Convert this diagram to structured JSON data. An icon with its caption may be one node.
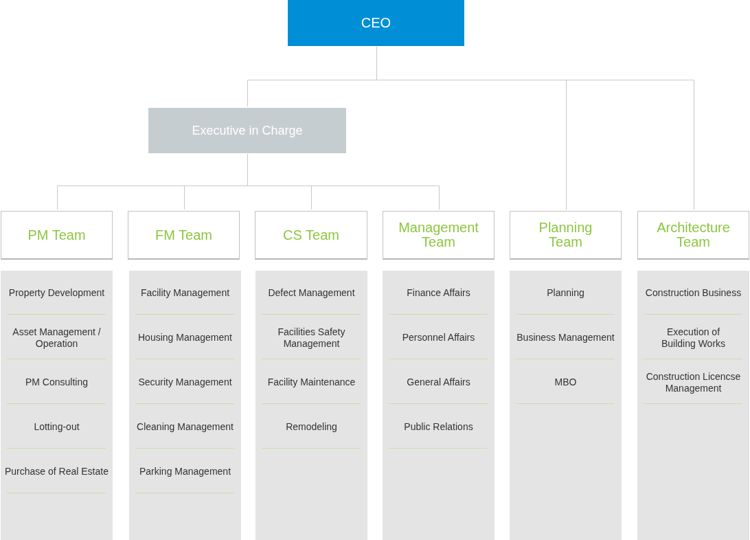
{
  "diagram": {
    "nodes": [
      {
        "text": [
          "CEO"
        ]
      },
      {
        "text": [
          "Executive in Charge"
        ]
      },
      {
        "text": [
          "PM Team"
        ]
      },
      {
        "text": [
          "FM Team"
        ]
      },
      {
        "text": [
          "CS Team"
        ]
      },
      {
        "text": [
          "Management Team"
        ]
      },
      {
        "text": [
          "Planning Team"
        ]
      },
      {
        "text": [
          "Architecture Team"
        ]
      },
      {
        "text": [
          "Property Development",
          "Asset Management / Operation",
          "PM Consulting",
          "Lotting-out",
          "Purchase of Real Estate"
        ]
      },
      {
        "text": [
          "Facility Management",
          "Housing Management",
          "Security Management",
          "Cleaning Management",
          "Parking Management"
        ]
      },
      {
        "text": [
          "Defect Management",
          "Facilities Safety Management",
          "Facility Maintenance",
          "Remodeling"
        ]
      },
      {
        "text": [
          "Finance Affairs",
          "Personnel Affairs",
          "General Affairs",
          "Public Relations"
        ]
      },
      {
        "text": [
          "Planning",
          "Business Management",
          "MBO"
        ]
      },
      {
        "text": [
          "Construction Business",
          "Execution of Building Works",
          "Construction Licencse Management"
        ]
      }
    ],
    "edges": [
      {
        "from": 0,
        "to": 1,
        "arrow": "none"
      },
      {
        "from": 0,
        "to": 6,
        "arrow": "none"
      },
      {
        "from": 0,
        "to": 7,
        "arrow": "none"
      },
      {
        "from": 1,
        "to": 2,
        "arrow": "none"
      },
      {
        "from": 1,
        "to": 3,
        "arrow": "none"
      },
      {
        "from": 1,
        "to": 4,
        "arrow": "none"
      },
      {
        "from": 1,
        "to": 5,
        "arrow": "none"
      }
    ]
  }
}
